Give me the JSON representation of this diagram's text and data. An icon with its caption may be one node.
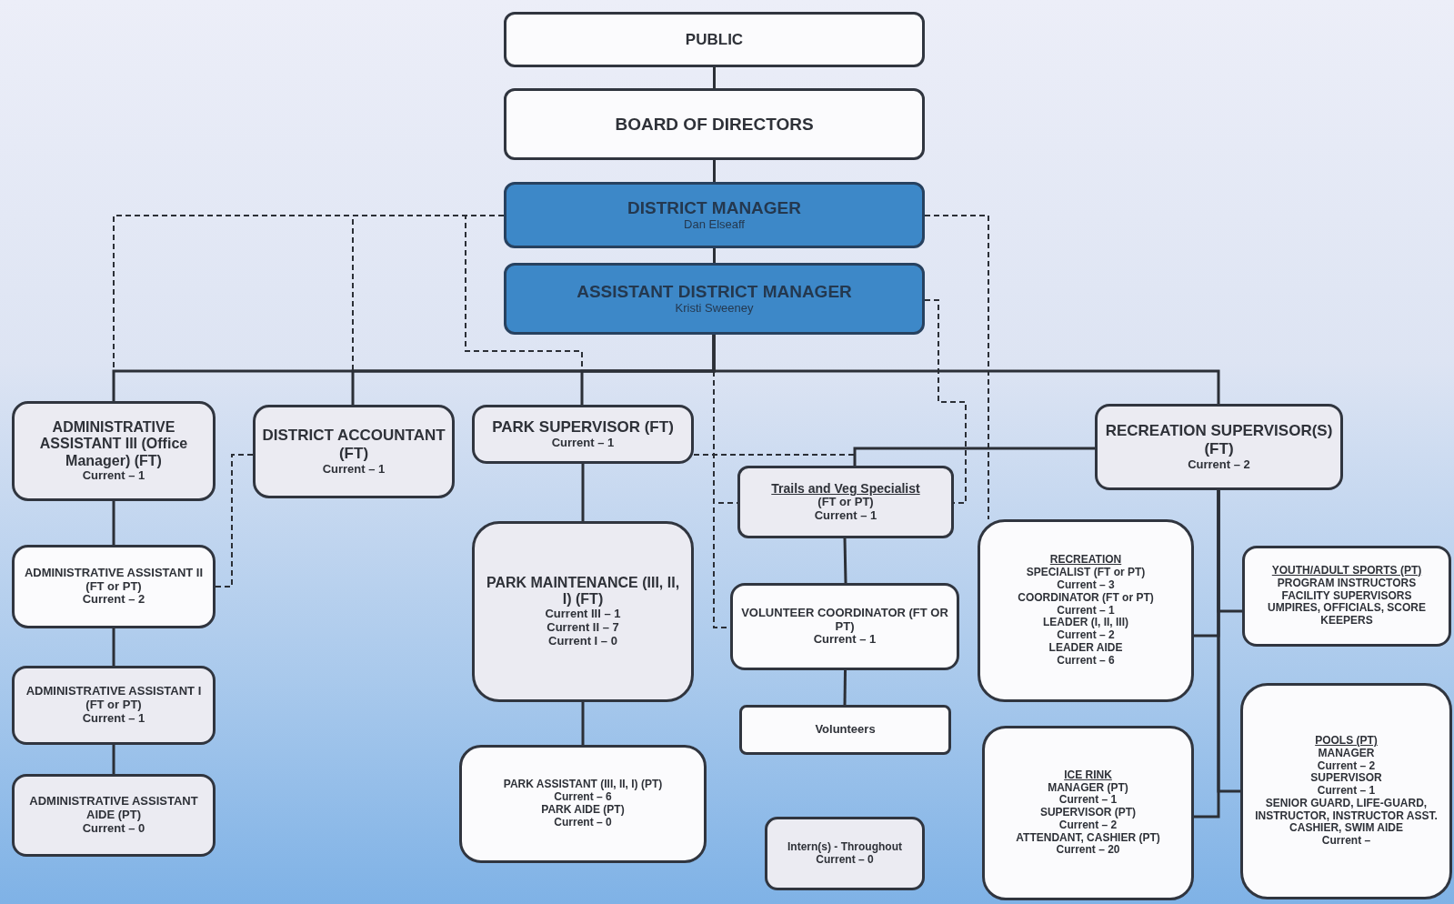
{
  "diagram": {
    "nodes": [
      {
        "text": [
          "PUBLIC"
        ]
      },
      {
        "text": [
          "BOARD OF DIRECTORS"
        ]
      },
      {
        "text": [
          "DISTRICT MANAGER",
          "Dan Elseaff"
        ]
      },
      {
        "text": [
          "ASSISTANT DISTRICT MANAGER",
          "Kristi Sweeney"
        ]
      },
      {
        "text": [
          "ADMINISTRATIVE ASSISTANT III (Office Manager) (FT)",
          "Current – 1"
        ]
      },
      {
        "text": [
          "DISTRICT ACCOUNTANT (FT)",
          "Current – 1"
        ]
      },
      {
        "text": [
          "PARK SUPERVISOR (FT)",
          "Current – 1"
        ]
      },
      {
        "text": [
          "Trails and Veg Specialist",
          "(FT or PT)",
          "Current – 1"
        ]
      },
      {
        "text": [
          "RECREATION SUPERVISOR(S) (FT)",
          "Current – 2"
        ]
      },
      {
        "text": [
          "ADMINISTRATIVE ASSISTANT II (FT or PT)",
          "Current – 2"
        ]
      },
      {
        "text": [
          "PARK MAINTENANCE (III, II, I) (FT)",
          "Current III – 1",
          "Current II – 7",
          "Current I – 0"
        ]
      },
      {
        "text": [
          "VOLUNTEER COORDINATOR (FT OR PT)",
          "Current – 1"
        ]
      },
      {
        "text": [
          "RECREATION",
          "SPECIALIST (FT or PT)",
          "Current – 3",
          "COORDINATOR (FT or PT)",
          "Current – 1",
          "LEADER (I, II, III)",
          "Current – 2",
          "LEADER AIDE",
          "Current – 6"
        ]
      },
      {
        "text": [
          "YOUTH/ADULT SPORTS (PT)",
          "PROGRAM INSTRUCTORS",
          "FACILITY SUPERVISORS",
          "UMPIRES, OFFICIALS, SCORE KEEPERS"
        ]
      },
      {
        "text": [
          "ADMINISTRATIVE ASSISTANT I (FT or PT)",
          "Current – 1"
        ]
      },
      {
        "text": [
          "Volunteers"
        ]
      },
      {
        "text": [
          "ADMINISTRATIVE ASSISTANT AIDE (PT)",
          "Current – 0"
        ]
      },
      {
        "text": [
          "PARK ASSISTANT (III, II, I) (PT)",
          "Current – 6",
          "PARK AIDE (PT)",
          "Current – 0"
        ]
      },
      {
        "text": [
          "ICE RINK",
          "MANAGER (PT)",
          "Current – 1",
          "SUPERVISOR (PT)",
          "Current – 2",
          "ATTENDANT, CASHIER (PT)",
          "Current – 20"
        ]
      },
      {
        "text": [
          "POOLS (PT)",
          "MANAGER",
          "Current – 2",
          "SUPERVISOR",
          "Current – 1",
          "SENIOR GUARD, LIFE-GUARD, INSTRUCTOR, INSTRUCTOR ASST. CASHIER, SWIM AIDE",
          "Current –"
        ]
      },
      {
        "text": [
          "Intern(s) - Throughout",
          "Current – 0"
        ]
      }
    ],
    "edges": [
      {
        "from": 0,
        "to": 1,
        "arrow": "none"
      },
      {
        "from": 1,
        "to": 2,
        "arrow": "none"
      },
      {
        "from": 2,
        "to": 3,
        "arrow": "none"
      },
      {
        "from": 3,
        "to": 4,
        "arrow": "none"
      },
      {
        "from": 3,
        "to": 5,
        "arrow": "none"
      },
      {
        "from": 3,
        "to": 6,
        "arrow": "none"
      },
      {
        "from": 3,
        "to": 8,
        "arrow": "none"
      },
      {
        "from": 4,
        "to": 9,
        "arrow": "none"
      },
      {
        "from": 9,
        "to": 14,
        "arrow": "none"
      },
      {
        "from": 14,
        "to": 16,
        "arrow": "none"
      },
      {
        "from": 6,
        "to": 10,
        "arrow": "none"
      },
      {
        "from": 10,
        "to": 17,
        "arrow": "none"
      },
      {
        "from": 8,
        "to": 7,
        "arrow": "none"
      },
      {
        "from": 7,
        "to": 11,
        "arrow": "none"
      },
      {
        "from": 11,
        "to": 15,
        "arrow": "none"
      },
      {
        "from": 8,
        "to": 12,
        "arrow": "none"
      },
      {
        "from": 8,
        "to": 13,
        "arrow": "none"
      },
      {
        "from": 8,
        "to": 18,
        "arrow": "none"
      },
      {
        "from": 8,
        "to": 19,
        "arrow": "none"
      },
      {
        "from": 2,
        "to": 4,
        "arrow": "none",
        "style": "dashed"
      },
      {
        "from": 2,
        "to": 5,
        "arrow": "none",
        "style": "dashed"
      },
      {
        "from": 2,
        "to": 6,
        "arrow": "none",
        "style": "dashed"
      },
      {
        "from": 2,
        "to": 12,
        "arrow": "none",
        "style": "dashed"
      },
      {
        "from": 3,
        "to": 7,
        "arrow": "none",
        "style": "dashed"
      },
      {
        "from": 3,
        "to": 7,
        "arrow": "none",
        "style": "dashed"
      },
      {
        "from": 3,
        "to": 11,
        "arrow": "none",
        "style": "dashed"
      },
      {
        "from": 6,
        "to": 7,
        "arrow": "none",
        "style": "dashed"
      },
      {
        "from": 5,
        "to": 9,
        "arrow": "none",
        "style": "dashed"
      }
    ]
  }
}
